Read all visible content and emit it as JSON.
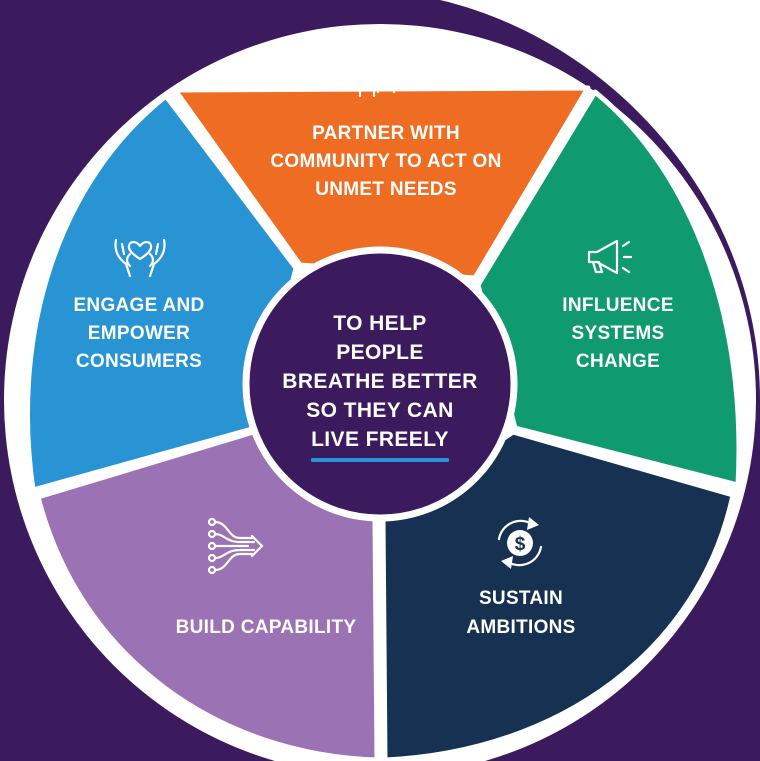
{
  "colors": {
    "backdrop": "#3b1a5e",
    "ring": "#ffffff",
    "orange": "#ef6c23",
    "green": "#0f9a6f",
    "navy": "#163152",
    "purple": "#9b72b3",
    "blue": "#2894d3",
    "center": "#3b1a5e",
    "underline": "#2894d3"
  },
  "center": {
    "lines": [
      "TO HELP",
      "PEOPLE",
      "BREATHE BETTER",
      "SO THEY CAN",
      "LIVE FREELY"
    ]
  },
  "segments": [
    {
      "id": "partner",
      "color": "orange",
      "icon": "raised-fists-icon",
      "lines": [
        "PARTNER WITH",
        "COMMUNITY TO ACT ON",
        "UNMET NEEDS"
      ]
    },
    {
      "id": "influence",
      "color": "green",
      "icon": "megaphone-icon",
      "lines": [
        "INFLUENCE",
        "SYSTEMS",
        "CHANGE"
      ]
    },
    {
      "id": "sustain",
      "color": "navy",
      "icon": "dollar-cycle-icon",
      "lines": [
        "SUSTAIN",
        "AMBITIONS"
      ]
    },
    {
      "id": "build",
      "color": "purple",
      "icon": "circuit-arrow-icon",
      "lines": [
        "BUILD CAPABILITY"
      ]
    },
    {
      "id": "engage",
      "color": "blue",
      "icon": "hands-heart-icon",
      "lines": [
        "ENGAGE AND",
        "EMPOWER",
        "CONSUMERS"
      ]
    }
  ]
}
